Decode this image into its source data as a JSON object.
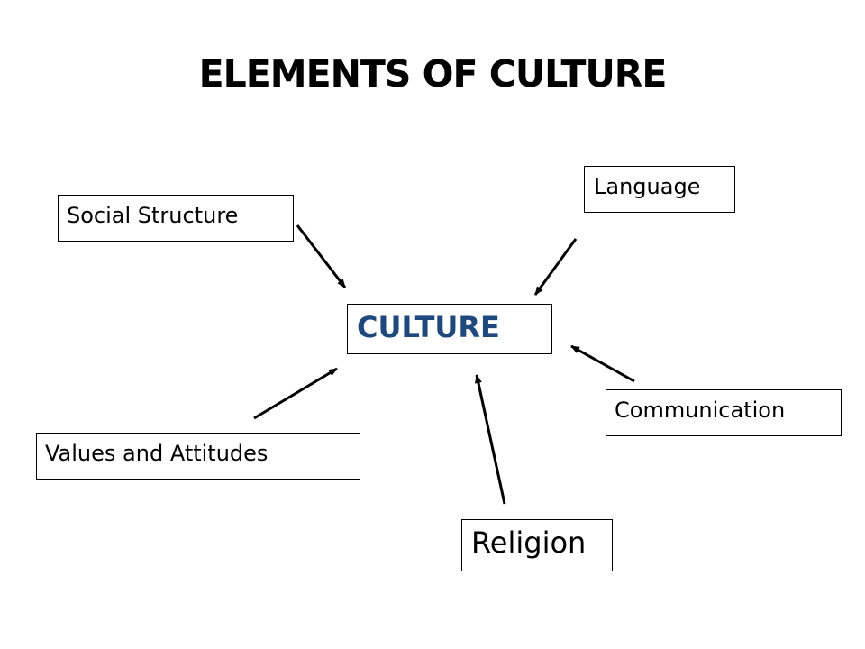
{
  "title": "ELEMENTS OF CULTURE",
  "center": {
    "label": "CULTURE",
    "color": "#1f497d"
  },
  "elements": {
    "social_structure": "Social Structure",
    "language": "Language",
    "communication": "Communication",
    "values_and_attitudes": "Values and Attitudes",
    "religion": "Religion"
  },
  "colors": {
    "background": "#ffffff",
    "text": "#000000",
    "arrow": "#000000",
    "border": "#000000"
  }
}
